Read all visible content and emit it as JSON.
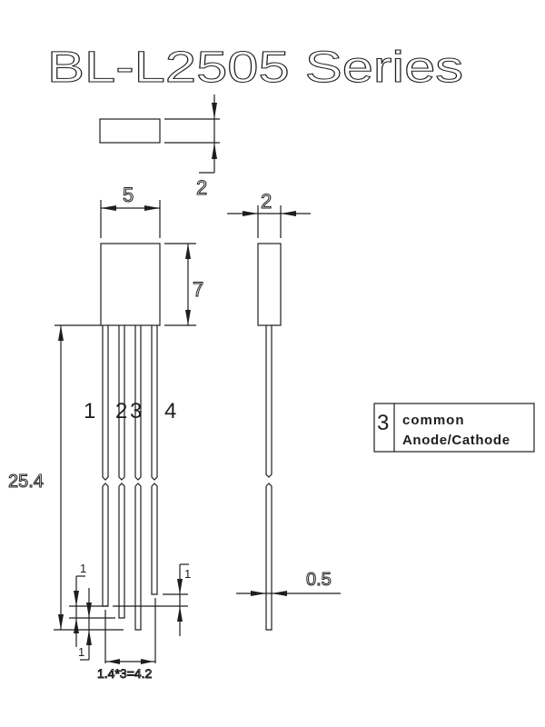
{
  "title": "BL-L2505 Series",
  "dimensions": {
    "top_thickness": "2",
    "body_width": "5",
    "body_height": "7",
    "side_thickness": "2",
    "lead_length": "25.4",
    "lead_offset_left_a": "1",
    "lead_offset_left_b": "1",
    "lead_offset_right": "1",
    "lead_pitch": "1.4*3=4.2",
    "lead_width": "0.5"
  },
  "pins": [
    "1",
    "2",
    "3",
    "4"
  ],
  "legend": {
    "pin": "3",
    "line1": "common",
    "line2": "Anode/Cathode"
  }
}
